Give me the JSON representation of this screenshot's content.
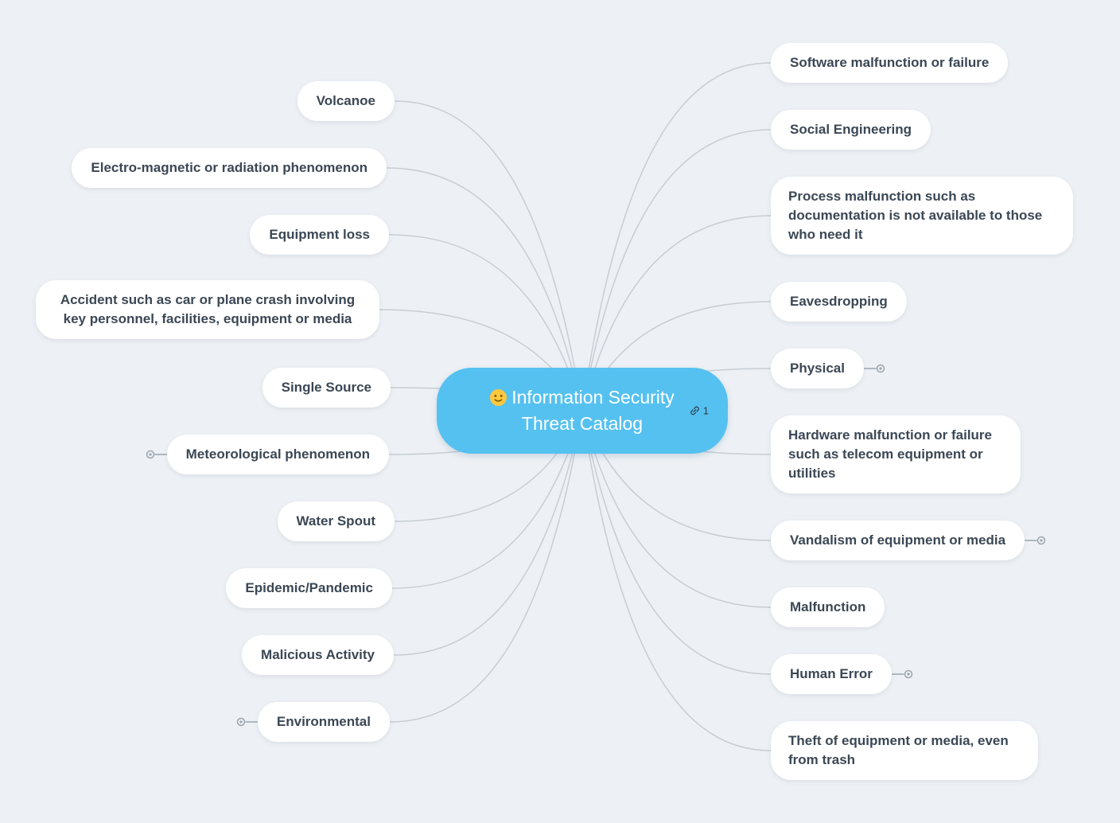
{
  "root": {
    "label": "Information Security Threat Catalog",
    "emoji_icon": "smiley-face",
    "link_count": "1"
  },
  "left_nodes": [
    {
      "label": "Volcanoe",
      "collapsed": false
    },
    {
      "label": "Electro-magnetic or radiation phenomenon",
      "collapsed": false
    },
    {
      "label": "Equipment loss",
      "collapsed": false
    },
    {
      "label": "Accident such as car or plane crash involving key personnel, facilities, equipment or media",
      "collapsed": false
    },
    {
      "label": "Single Source",
      "collapsed": false
    },
    {
      "label": "Meteorological phenomenon",
      "collapsed": true
    },
    {
      "label": "Water Spout",
      "collapsed": false
    },
    {
      "label": "Epidemic/Pandemic",
      "collapsed": false
    },
    {
      "label": "Malicious Activity",
      "collapsed": false
    },
    {
      "label": "Environmental",
      "collapsed": true
    }
  ],
  "right_nodes": [
    {
      "label": "Software malfunction or failure",
      "collapsed": false
    },
    {
      "label": "Social Engineering",
      "collapsed": false
    },
    {
      "label": "Process malfunction such as documentation is not available to those who need it",
      "collapsed": false
    },
    {
      "label": "Eavesdropping",
      "collapsed": false
    },
    {
      "label": "Physical",
      "collapsed": true
    },
    {
      "label": "Hardware malfunction or failure such as telecom equipment or utilities",
      "collapsed": false
    },
    {
      "label": "Vandalism of equipment or media",
      "collapsed": true
    },
    {
      "label": "Malfunction",
      "collapsed": false
    },
    {
      "label": "Human Error",
      "collapsed": true
    },
    {
      "label": "Theft of equipment or media, even from trash",
      "collapsed": false
    }
  ],
  "colors": {
    "background": "#EDF1F5",
    "root_fill": "#55C1F0",
    "root_text": "#FFFFFF",
    "node_fill": "#FFFFFF",
    "node_text": "#3B4754",
    "connector": "#C7CDD5"
  }
}
